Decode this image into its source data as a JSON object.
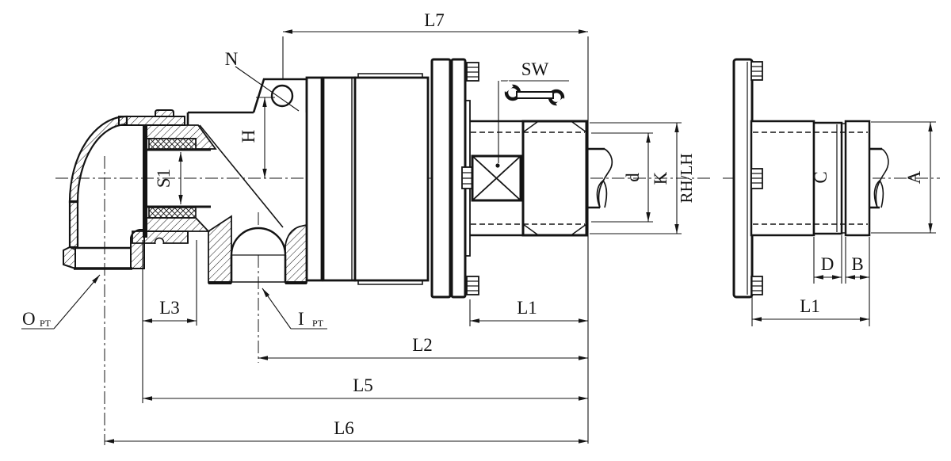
{
  "drawing": {
    "type": "technical-drawing",
    "subject": "rotary joint with 90-degree elbow, sectional front view and end view",
    "colors": {
      "ink": "#141414",
      "background": "#ffffff"
    },
    "labels": {
      "l7": "L7",
      "n": "N",
      "sw": "SW",
      "h": "H",
      "s1": "S1",
      "d": "d",
      "k": "K",
      "rh_lh": "RH/LH",
      "l1": "L1",
      "l3": "L3",
      "l2": "L2",
      "l5": "L5",
      "l6": "L6",
      "o_port": "O",
      "o_sub": "PT",
      "i_port": "I",
      "i_sub": "PT",
      "side_c": "C",
      "side_a": "A",
      "side_d": "D",
      "side_b": "B",
      "side_l1": "L1"
    }
  }
}
